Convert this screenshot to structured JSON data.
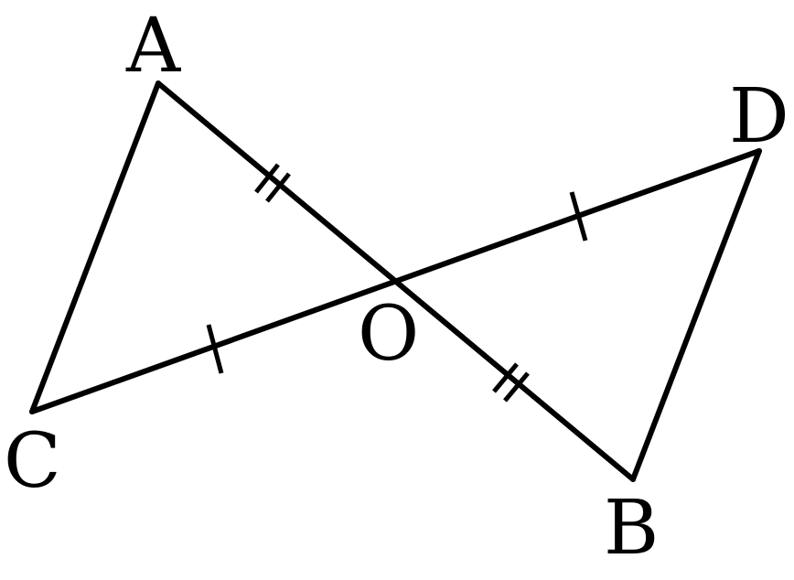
{
  "labels": {
    "A": "A",
    "B": "B",
    "C": "C",
    "D": "D",
    "O": "O"
  },
  "segments": [
    {
      "from": "A",
      "to": "C"
    },
    {
      "from": "A",
      "to": "B"
    },
    {
      "from": "C",
      "to": "D"
    },
    {
      "from": "D",
      "to": "B"
    }
  ],
  "equal_marks": [
    {
      "segment": "AO",
      "ticks": 2
    },
    {
      "segment": "OB",
      "ticks": 2
    },
    {
      "segment": "CO",
      "ticks": 1
    },
    {
      "segment": "OD",
      "ticks": 1
    }
  ],
  "colors": {
    "stroke": "#000000",
    "background": "#ffffff"
  }
}
